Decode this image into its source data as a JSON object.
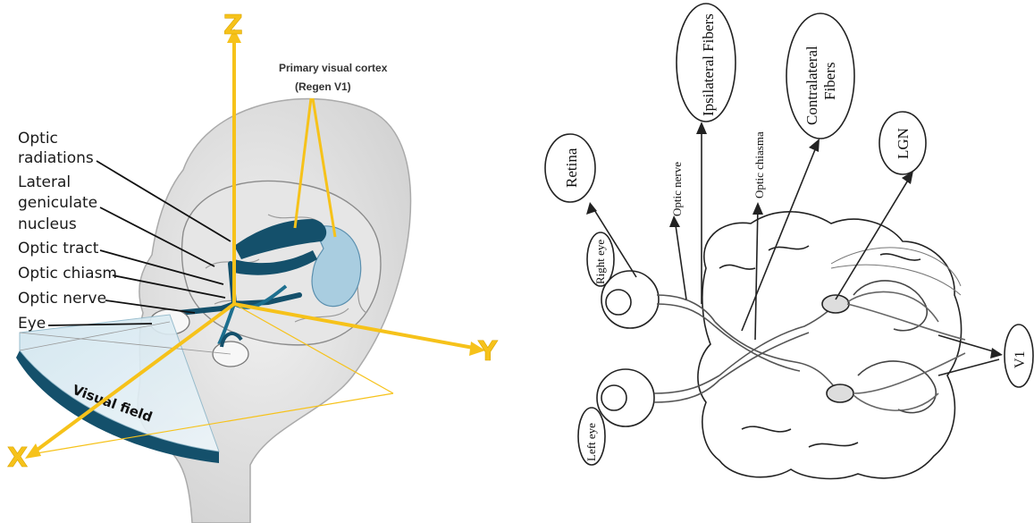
{
  "left_panel": {
    "labels": {
      "optic_radiations": [
        "Optic",
        "radiations"
      ],
      "lateral_geniculate_nucleus": [
        "Lateral",
        "geniculate",
        "nucleus"
      ],
      "optic_tract": "Optic tract",
      "optic_chiasm": "Optic chiasm",
      "optic_nerve": "Optic nerve",
      "eye": "Eye",
      "primary_visual_cortex": [
        "Primary visual cortex",
        "(Regen V1)"
      ],
      "visual_field": "Visual field"
    },
    "axes": {
      "x": "X",
      "y": "Y",
      "z": "Z"
    },
    "colors": {
      "axis": "#f6c21a",
      "pathway": "#14506b",
      "cortex": "#a9cde0"
    }
  },
  "right_panel": {
    "labels": {
      "retina": "Retina",
      "optic_nerve": "Optic nerve",
      "ipsilateral_fibers": "Ipsilateral Fibers",
      "optic_chiasma": "Optic chiasma",
      "contralateral_fibers": [
        "Contralateral",
        "Fibers"
      ],
      "lgn": "LGN",
      "v1": "V1",
      "right_eye": "Right eye",
      "left_eye": "Left eye"
    }
  }
}
